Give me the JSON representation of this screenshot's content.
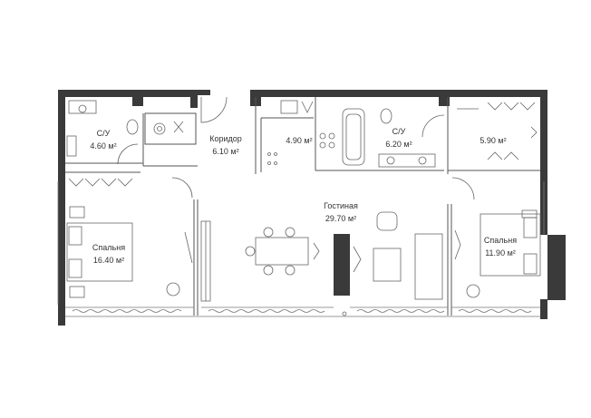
{
  "rooms": [
    {
      "id": "bath1",
      "name": "С/У",
      "area": "4.60 м²"
    },
    {
      "id": "corridor",
      "name": "Коридор",
      "area": "6.10 м²"
    },
    {
      "id": "kitchen",
      "name": "",
      "area": "4.90 м²"
    },
    {
      "id": "bath2",
      "name": "С/У",
      "area": "6.20 м²"
    },
    {
      "id": "wardrobe",
      "name": "",
      "area": "5.90 м²"
    },
    {
      "id": "living",
      "name": "Гостиная",
      "area": "29.70 м²"
    },
    {
      "id": "bedroom1",
      "name": "Спальня",
      "area": "16.40 м²"
    },
    {
      "id": "bedroom2",
      "name": "Спальня",
      "area": "11.90 м²"
    }
  ],
  "colors": {
    "wall": "#3a3a3a",
    "line": "#555555",
    "background": "#ffffff"
  }
}
